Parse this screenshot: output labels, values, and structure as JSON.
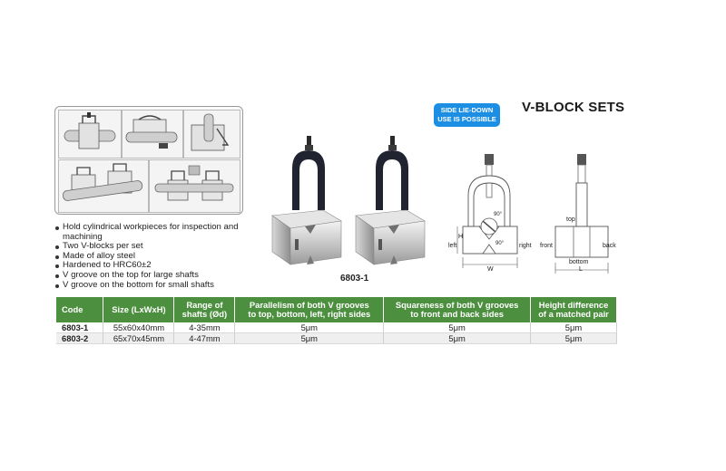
{
  "title": "V-BLOCK SETS",
  "badge": {
    "line1": "SIDE LIE-DOWN",
    "line2": "USE IS POSSIBLE"
  },
  "features": [
    "Hold cylindrical workpieces for inspection and machining",
    "Two V-blocks per set",
    "Made of alloy steel",
    "Hardened to HRC60±2",
    "V groove on the top for large shafts",
    "V groove on the bottom for small shafts"
  ],
  "product_caption": "6803-1",
  "diagram": {
    "front": {
      "left": "left",
      "right": "right",
      "h": "H",
      "w": "W",
      "angle_a": "90°",
      "angle_b": "90°"
    },
    "side": {
      "top": "top",
      "front": "front",
      "back": "back",
      "bottom": "bottom",
      "l": "L"
    }
  },
  "table": {
    "headers": [
      {
        "l1": "Code",
        "l2": ""
      },
      {
        "l1": "Size (LxWxH)",
        "l2": ""
      },
      {
        "l1": "Range of",
        "l2": "shafts (Ød)"
      },
      {
        "l1": "Parallelism of both V grooves",
        "l2": "to top, bottom, left, right sides"
      },
      {
        "l1": "Squareness of both V grooves",
        "l2": "to front and back sides"
      },
      {
        "l1": "Height difference",
        "l2": "of a matched pair"
      }
    ],
    "rows": [
      [
        "6803-1",
        "55x60x40mm",
        "4-35mm",
        "5μm",
        "5μm",
        "5μm"
      ],
      [
        "6803-2",
        "65x70x45mm",
        "4-47mm",
        "5μm",
        "5μm",
        "5μm"
      ]
    ]
  },
  "colors": {
    "accent_green": "#4c8f3f",
    "badge_blue": "#1c8ee3"
  }
}
